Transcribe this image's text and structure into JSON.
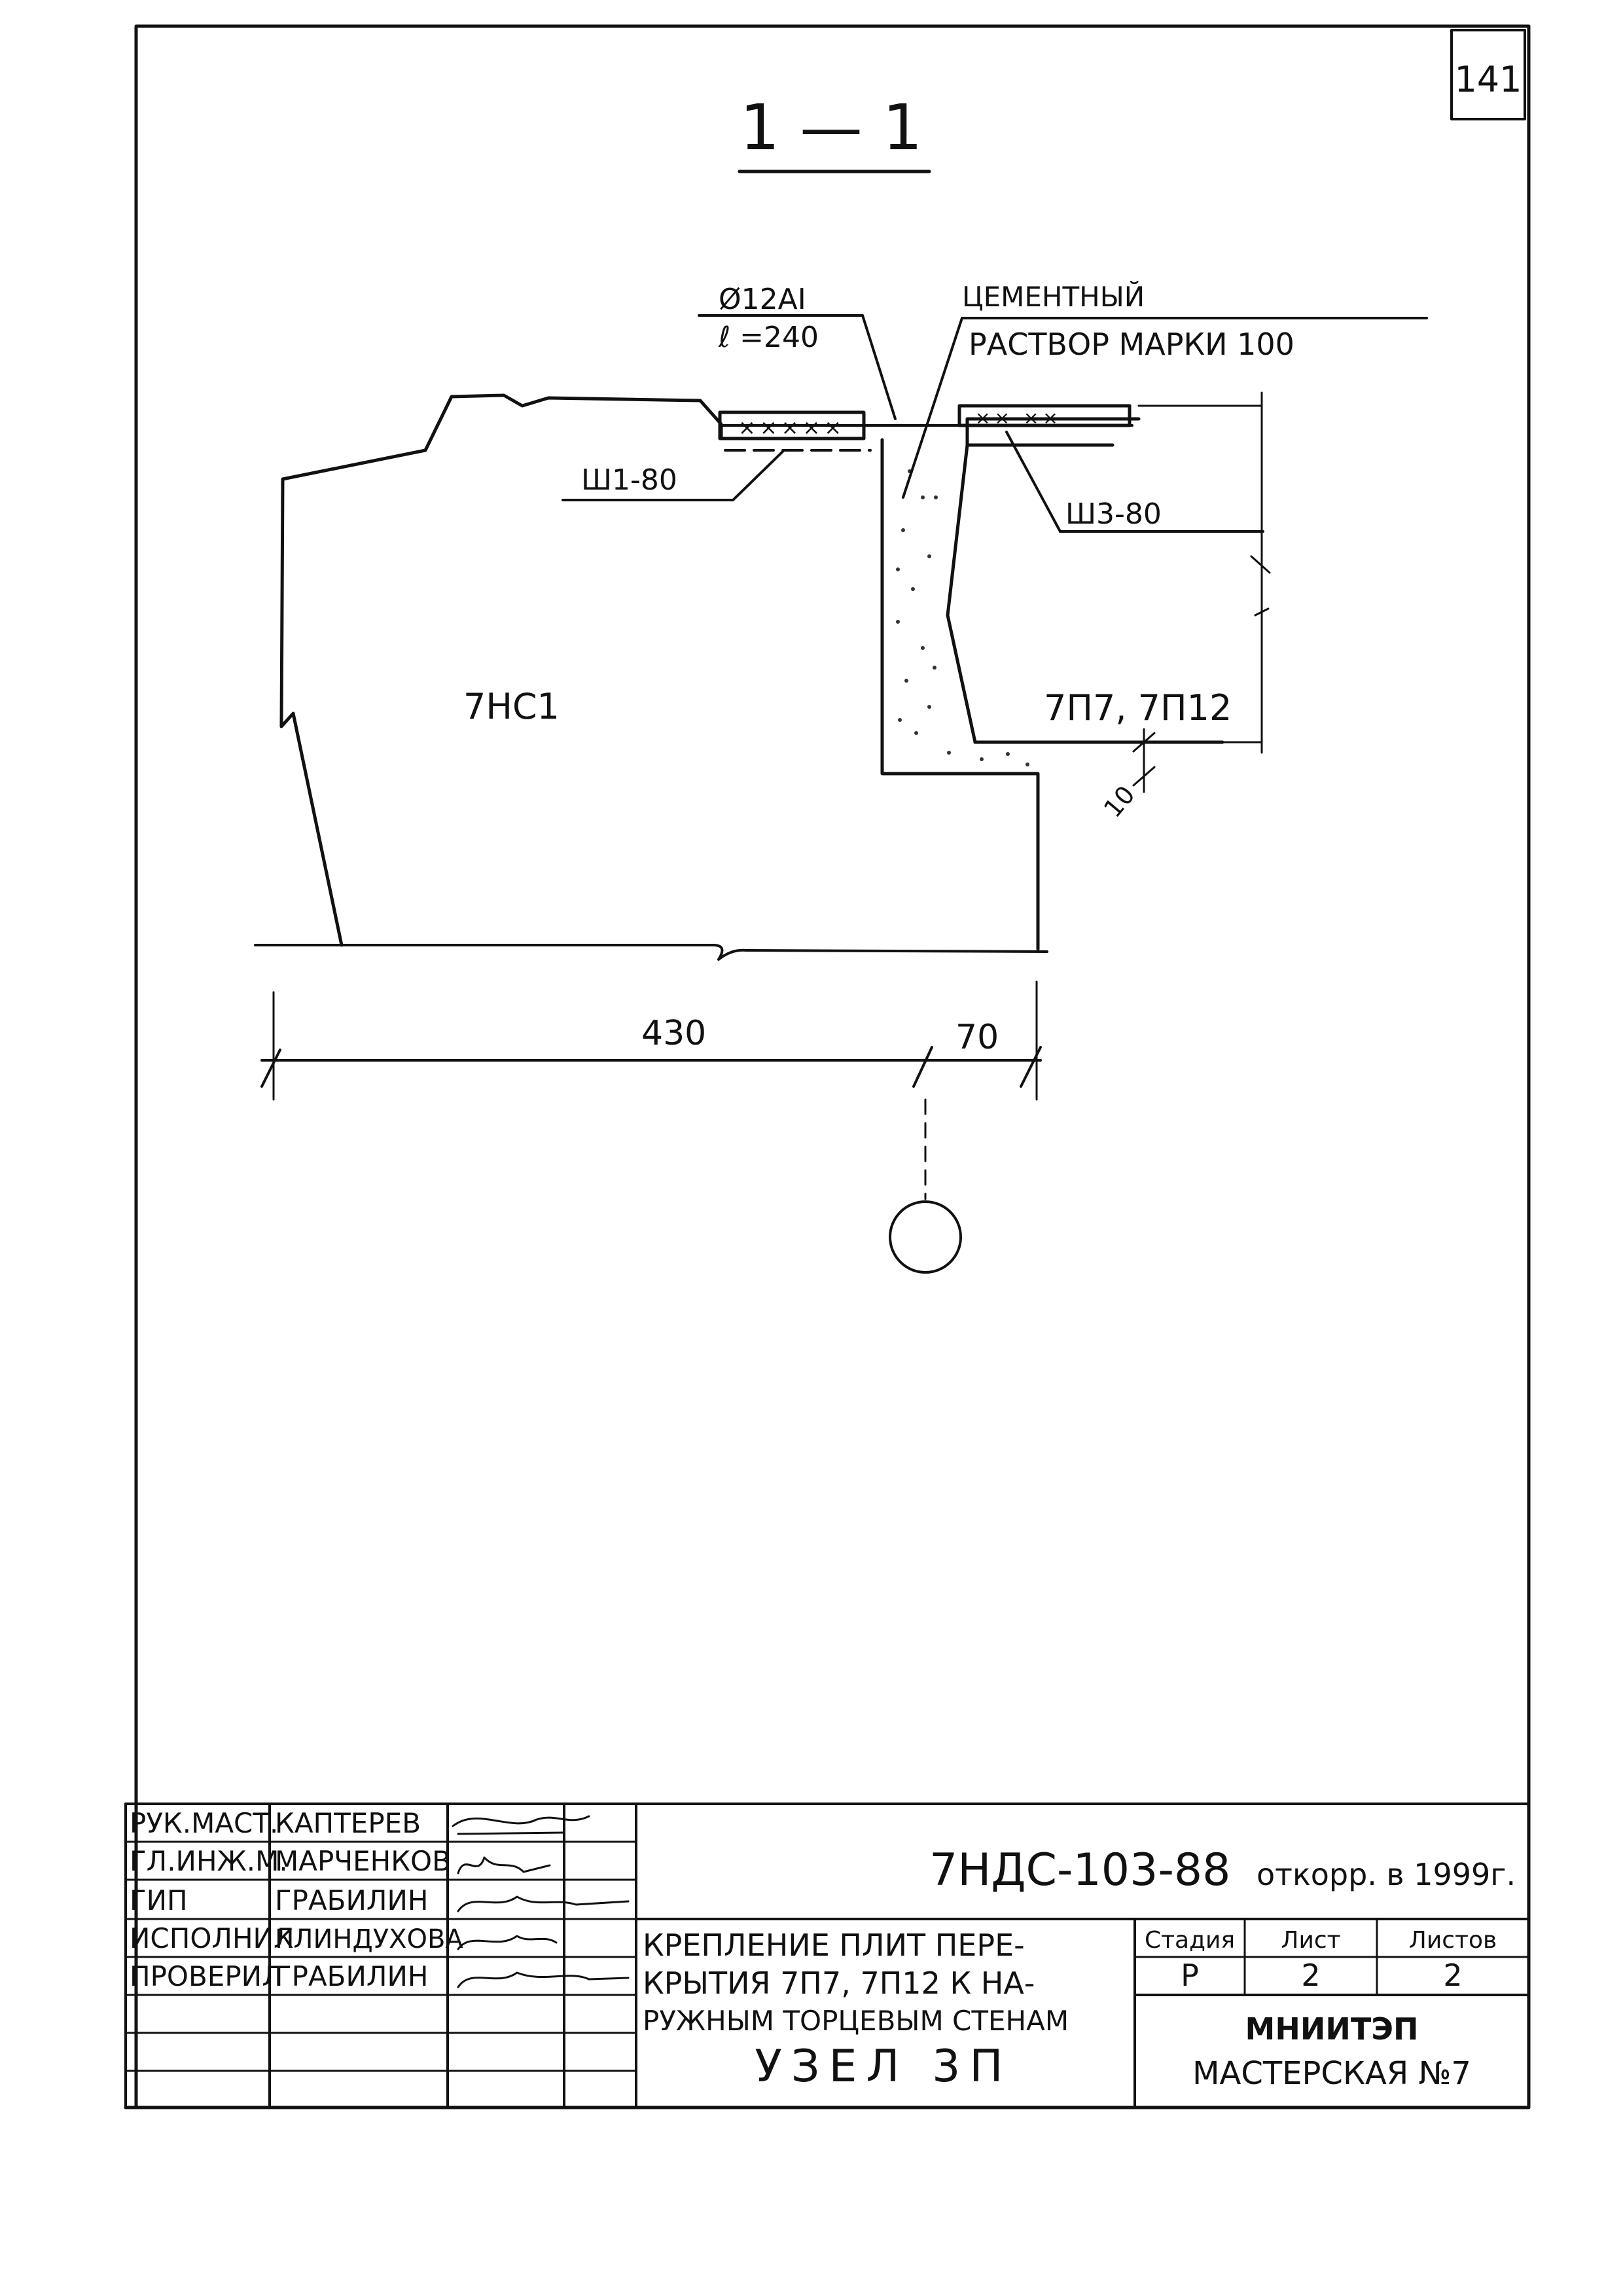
{
  "sheet": {
    "page_number": "141",
    "section_title": "1 — 1"
  },
  "drawing": {
    "rebar_label": "Ø12AI",
    "rebar_length": "ℓ =240",
    "mortar_label_line1": "ЦЕМЕНТНЫЙ",
    "mortar_label_line2": "РАСТВОР МАРКИ 100",
    "left_wall_anchor": "Ш1-80",
    "right_slab_anchor": "Ш3-80",
    "wall_panel_mark": "7НС1",
    "slab_marks": "7П7, 7П12",
    "gap_dim": "10",
    "dim_wall": "430",
    "dim_bearing": "70"
  },
  "title_block": {
    "document_code": "7НДС-103-88",
    "revision_note": "откорр. в 1999г.",
    "title_line1": "КРЕПЛЕНИЕ ПЛИТ ПЕРЕ-",
    "title_line2": "КРЫТИЯ 7П7, 7П12 К НА-",
    "title_line3": "РУЖНЫМ ТОРЦЕВЫМ СТЕНАМ",
    "title_line4": "УЗЕЛ 3П",
    "roles": [
      {
        "role": "РУК.МАСТ.",
        "name": "КАПТЕРЕВ"
      },
      {
        "role": "ГЛ.ИНЖ.М.",
        "name": "МАРЧЕНКОВ"
      },
      {
        "role": "ГИП",
        "name": "ГРАБИЛИН"
      },
      {
        "role": "ИСПОЛНИЛ",
        "name": "КЛИНДУХОВА"
      },
      {
        "role": "ПРОВЕРИЛ",
        "name": "ГРАБИЛИН"
      }
    ],
    "stage_header": "Стадия",
    "sheet_header": "Лист",
    "sheets_header": "Листов",
    "stage_value": "Р",
    "sheet_value": "2",
    "sheets_value": "2",
    "org_name": "МНИИТЭП",
    "org_unit": "МАСТЕРСКАЯ №7"
  }
}
